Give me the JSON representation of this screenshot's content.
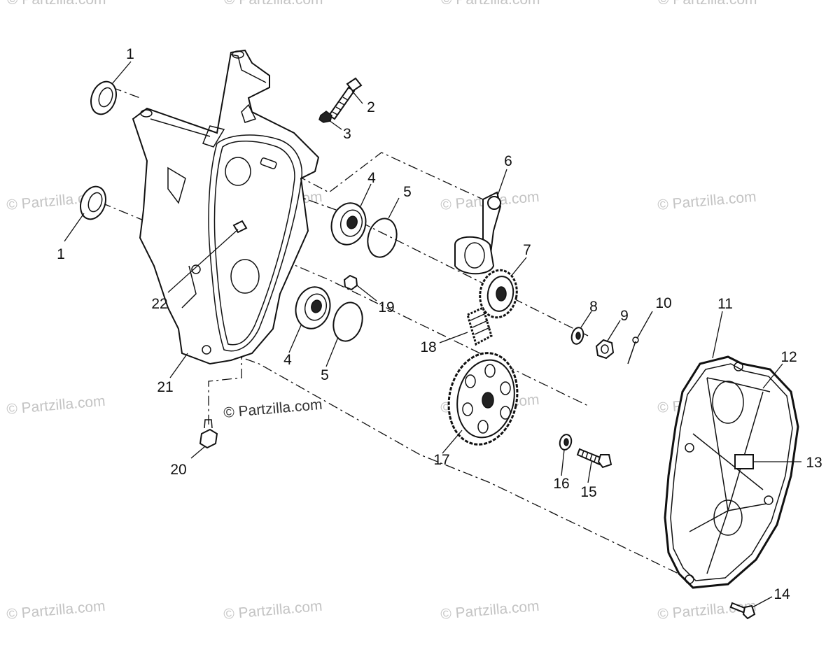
{
  "watermarks": [
    "© Partzilla.com"
  ],
  "callouts": {
    "c1a": "1",
    "c1b": "1",
    "c2": "2",
    "c3": "3",
    "c4a": "4",
    "c4b": "4",
    "c5a": "5",
    "c5b": "5",
    "c6": "6",
    "c7": "7",
    "c8": "8",
    "c9": "9",
    "c10": "10",
    "c11": "11",
    "c12": "12",
    "c13": "13",
    "c14": "14",
    "c15": "15",
    "c16": "16",
    "c17": "17",
    "c18": "18",
    "c19": "19",
    "c20": "20",
    "c21": "21",
    "c22": "22"
  }
}
